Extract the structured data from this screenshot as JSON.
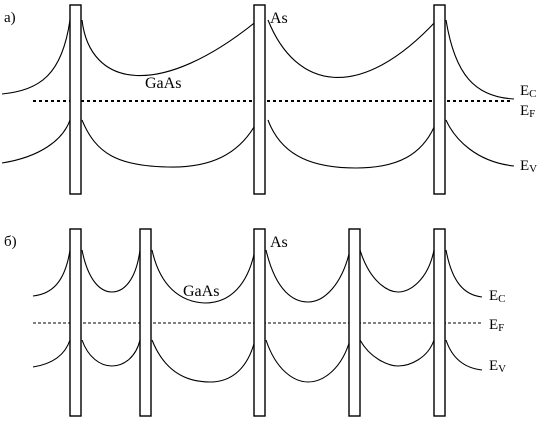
{
  "panels": [
    {
      "marker": "а)",
      "material_label": "GaAs",
      "precipitate_label": "As",
      "band_labels": {
        "ec_main": "E",
        "ec_sub": "C",
        "ef_main": "E",
        "ef_sub": "F",
        "ev_main": "E",
        "ev_sub": "V"
      }
    },
    {
      "marker": "б)",
      "material_label": "GaAs",
      "precipitate_label": "As",
      "band_labels": {
        "ec_main": "E",
        "ec_sub": "C",
        "ef_main": "E",
        "ef_sub": "F",
        "ev_main": "E",
        "ev_sub": "V"
      }
    }
  ],
  "colors": {
    "line": "#000000",
    "background": "#ffffff"
  }
}
